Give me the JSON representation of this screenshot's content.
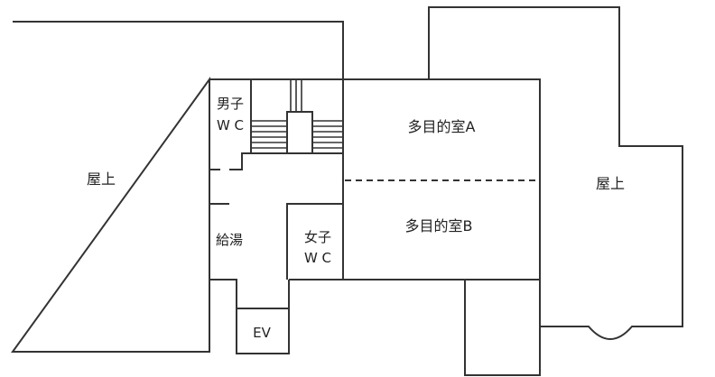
{
  "rooms": {
    "rooftop_left": "屋上",
    "rooftop_right": "屋上",
    "mens_wc_line1": "男子",
    "mens_wc_line2": "W C",
    "womens_wc_line1": "女子",
    "womens_wc_line2": "W C",
    "kitchenette": "給湯",
    "elevator": "EV",
    "multipurpose_a": "多目的室A",
    "multipurpose_b": "多目的室B"
  },
  "colors": {
    "wall": "#333333",
    "background": "#ffffff",
    "text": "#222222"
  }
}
